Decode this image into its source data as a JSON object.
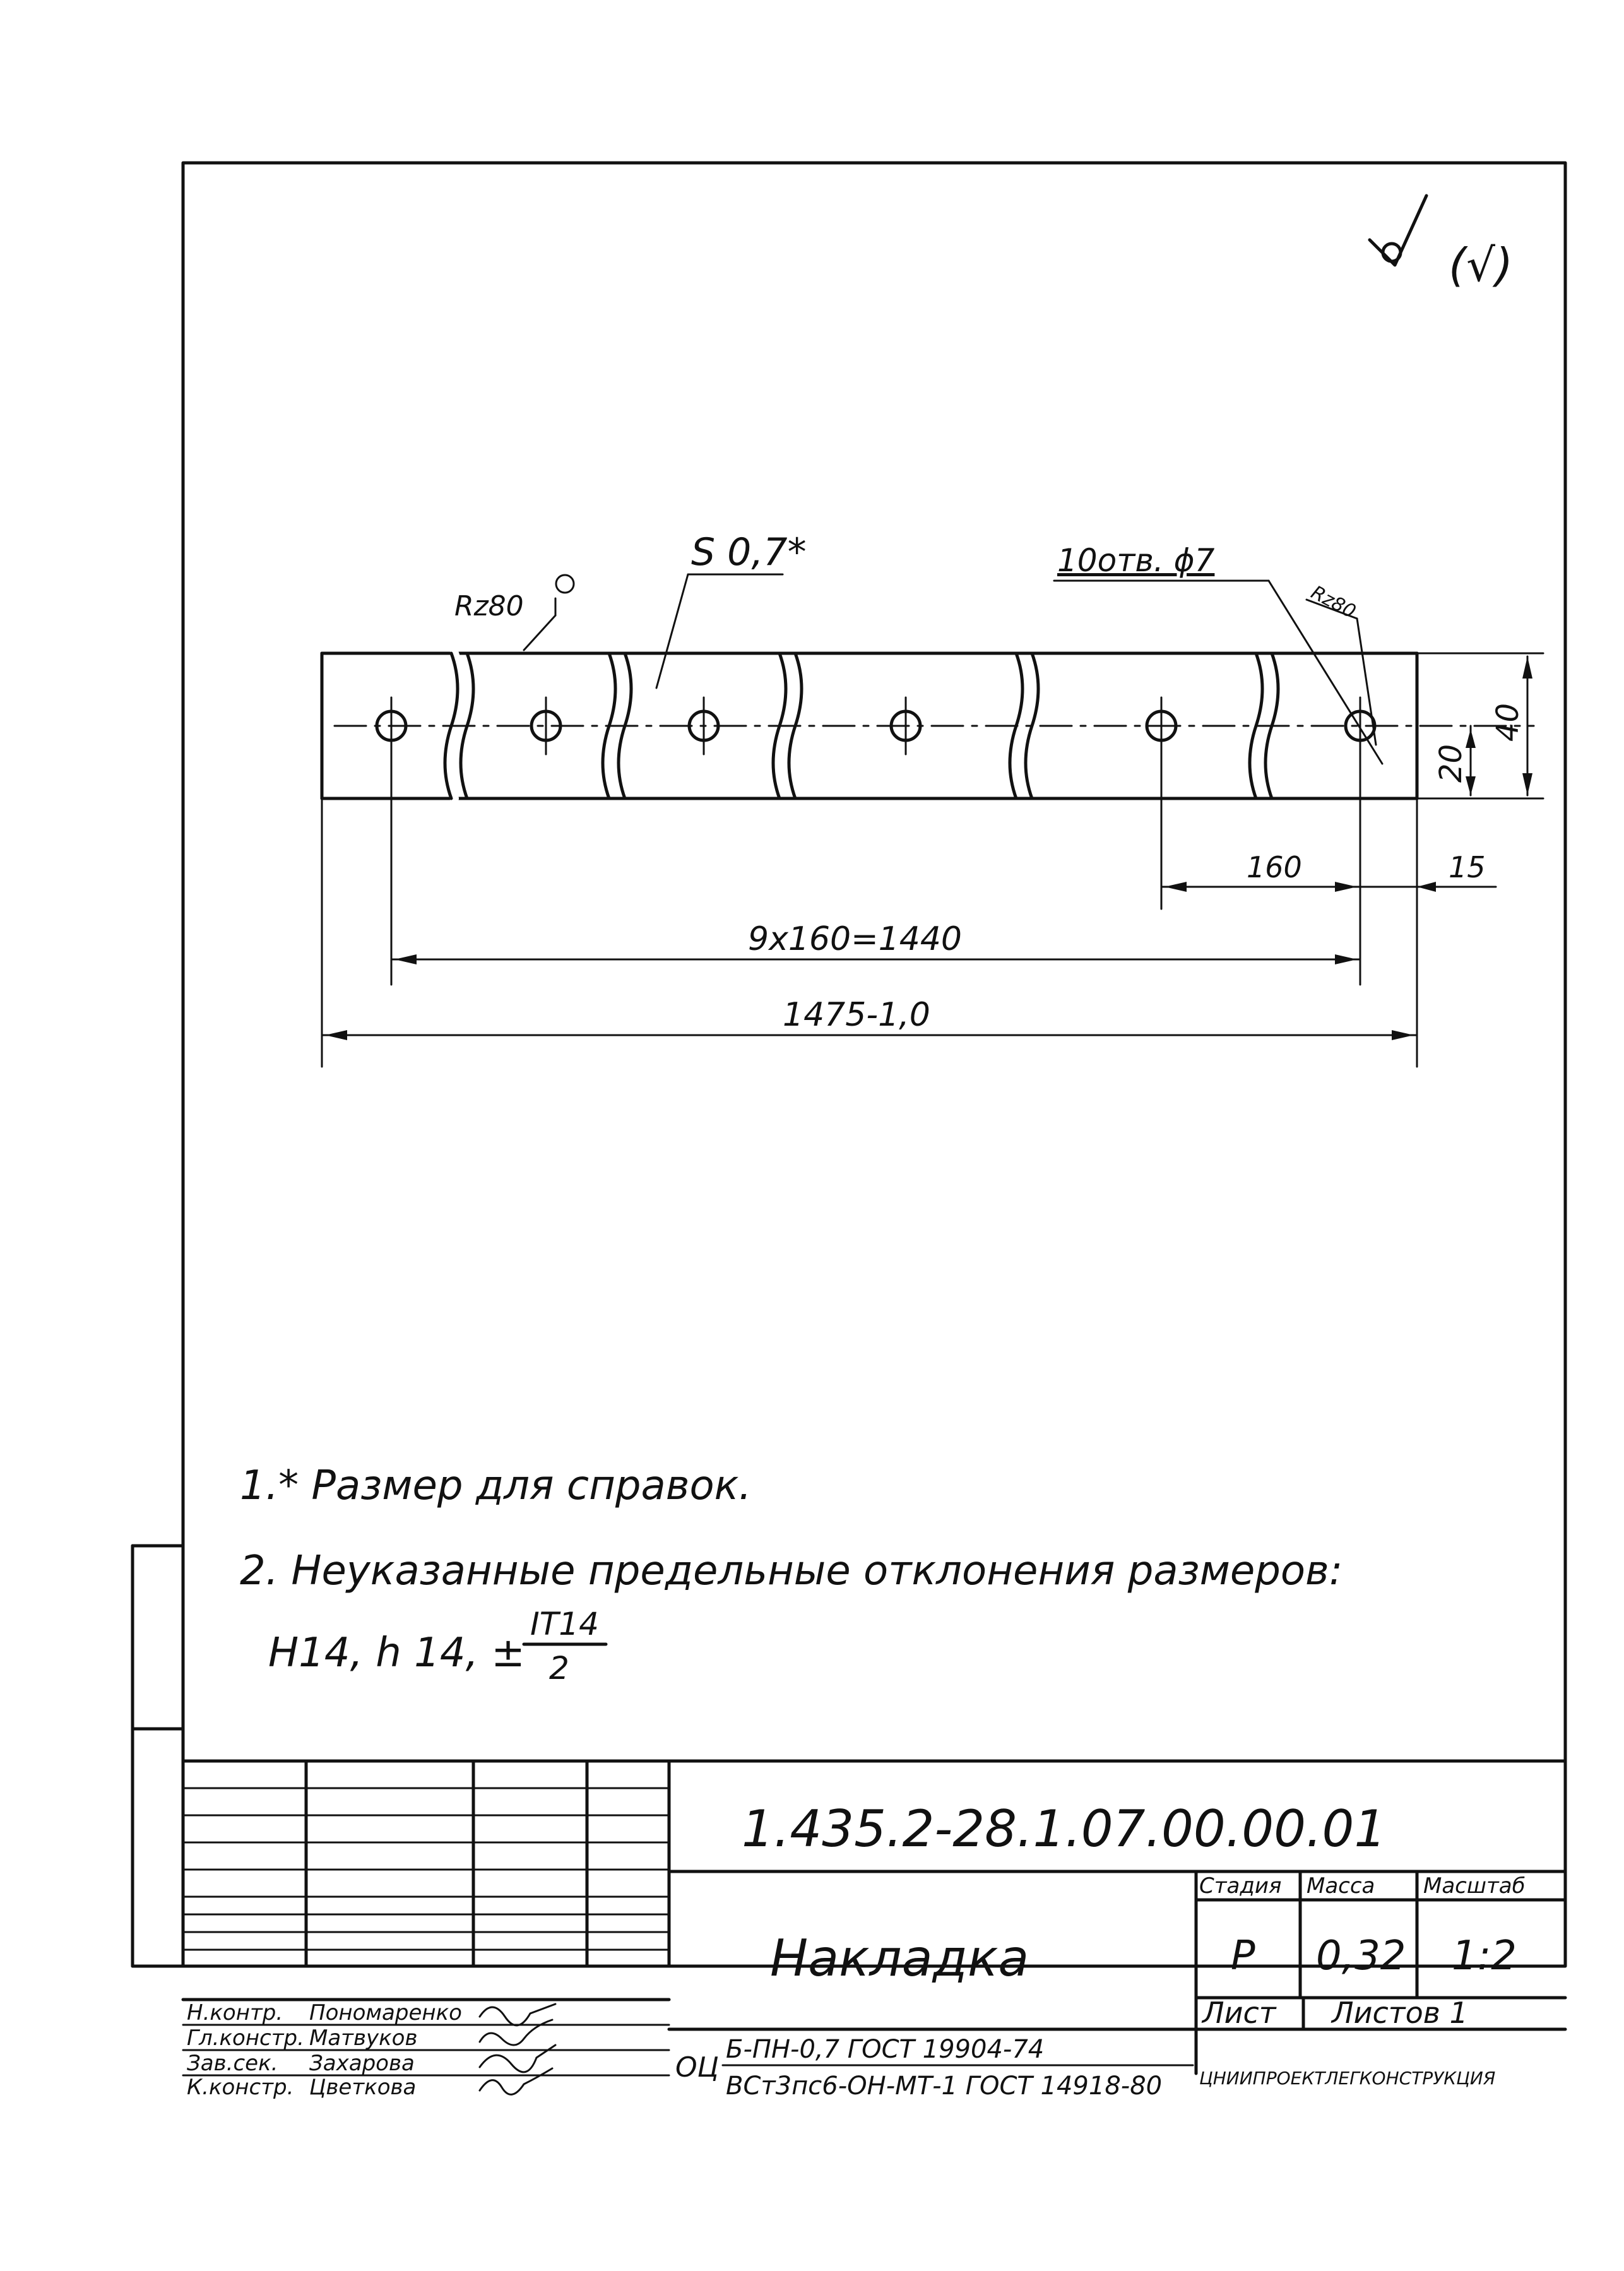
{
  "roughness": {
    "general": "(√)"
  },
  "drawing": {
    "roughness_left": "Rz80",
    "thickness": "S 0,7*",
    "holes": "10отв. ϕ7",
    "roughness_right": "Rz80"
  },
  "dimensions": {
    "height_half": "20",
    "height_total": "40",
    "pitch": "160",
    "edge": "15",
    "chain": "9x160=1440",
    "total_length": "1475-1,0"
  },
  "notes": [
    "1.* Размер для справок.",
    "2. Неуказанные предельные отклонения размеров:",
    "H14, h 14, ±"
  ],
  "tolerance_fraction": {
    "numerator": "IT14",
    "denominator": "2"
  },
  "title_block": {
    "designation": "1.435.2-28.1.07.00.00.01",
    "name": "Накладка",
    "stage_header": "Стадия",
    "mass_header": "Масса",
    "scale_header": "Масштаб",
    "stage": "Р",
    "mass": "0,32",
    "scale": "1:2",
    "sheet_label": "Лист",
    "sheets_label": "Листов 1",
    "material_prefix": "ОЦ",
    "material_top": "Б-ПН-0,7 ГОСТ 19904-74",
    "material_bottom": "ВСт3пс6-ОН-МТ-1 ГОСТ 14918-80",
    "organization": "ЦНИИПРОЕКТЛЕГКОНСТРУКЦИЯ",
    "roles": [
      {
        "role": "Н.контр.",
        "name": "Пономаренко"
      },
      {
        "role": "Гл.констр.",
        "name": "Матвуков"
      },
      {
        "role": "Зав.сек.",
        "name": "Захарова"
      },
      {
        "role": "К.констр.",
        "name": "Цветкова"
      }
    ]
  }
}
